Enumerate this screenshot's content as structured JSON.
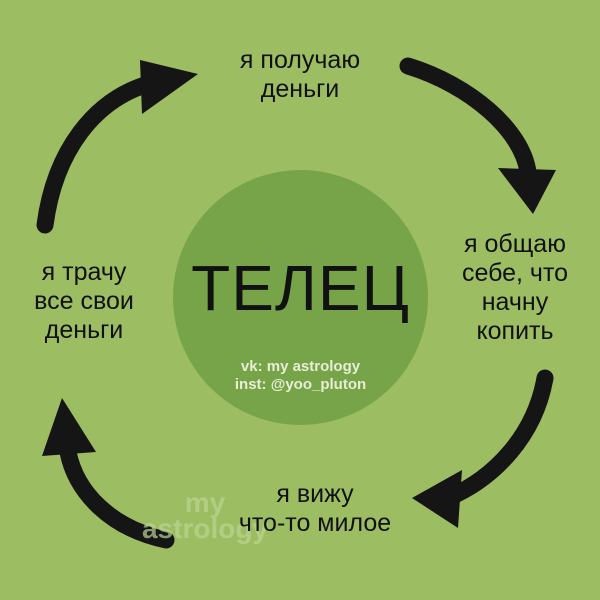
{
  "colors": {
    "background": "#9dbd62",
    "circle": "#77a449",
    "arrow": "#151515",
    "text": "#111111",
    "credit": "#e6eed6"
  },
  "center": {
    "title": "ТЕЛЕЦ",
    "credit_vk": "vk: my astrology",
    "credit_inst": "inst: @yoo_pluton"
  },
  "cycle_steps": [
    {
      "lines": [
        "я получаю",
        "деньги"
      ]
    },
    {
      "lines": [
        "я общаю",
        "себе, что",
        "начну",
        "копить"
      ]
    },
    {
      "lines": [
        "я вижу",
        "что-то милое"
      ]
    },
    {
      "lines": [
        "я трачу",
        "все свои",
        "деньги"
      ]
    }
  ],
  "watermark": {
    "line1": "my",
    "line2": "astrology"
  },
  "arrow_icon": "curved-arrow-icon"
}
